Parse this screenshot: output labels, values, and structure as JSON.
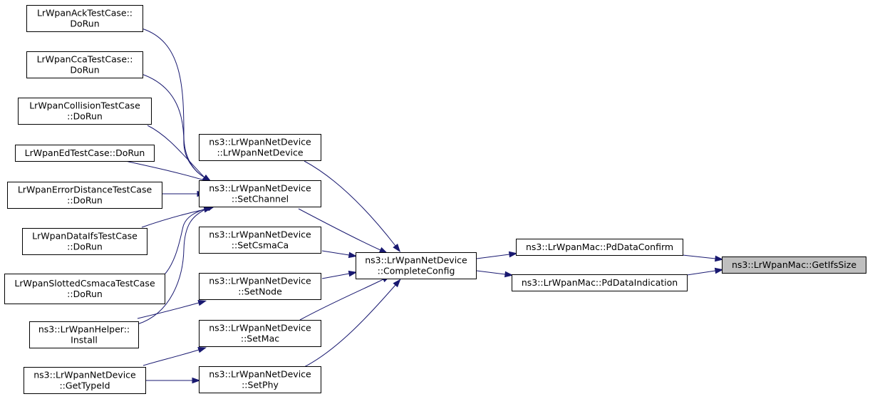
{
  "nodes": [
    {
      "id": "ack",
      "lines": [
        "LrWpanAckTestCase::",
        "DoRun"
      ]
    },
    {
      "id": "cca",
      "lines": [
        "LrWpanCcaTestCase::",
        "DoRun"
      ]
    },
    {
      "id": "collision",
      "lines": [
        "LrWpanCollisionTestCase",
        "::DoRun"
      ]
    },
    {
      "id": "ed",
      "lines": [
        "LrWpanEdTestCase::DoRun"
      ]
    },
    {
      "id": "errdist",
      "lines": [
        "LrWpanErrorDistanceTestCase",
        "::DoRun"
      ]
    },
    {
      "id": "dataifs",
      "lines": [
        "LrWpanDataIfsTestCase",
        "::DoRun"
      ]
    },
    {
      "id": "slotted",
      "lines": [
        "LrWpanSlottedCsmacaTestCase",
        "::DoRun"
      ]
    },
    {
      "id": "install",
      "lines": [
        "ns3::LrWpanHelper::",
        "Install"
      ]
    },
    {
      "id": "gettypeid",
      "lines": [
        "ns3::LrWpanNetDevice",
        "::GetTypeId"
      ]
    },
    {
      "id": "ctor",
      "lines": [
        "ns3::LrWpanNetDevice",
        "::LrWpanNetDevice"
      ]
    },
    {
      "id": "setchannel",
      "lines": [
        "ns3::LrWpanNetDevice",
        "::SetChannel"
      ]
    },
    {
      "id": "setcsmaca",
      "lines": [
        "ns3::LrWpanNetDevice",
        "::SetCsmaCa"
      ]
    },
    {
      "id": "setnode",
      "lines": [
        "ns3::LrWpanNetDevice",
        "::SetNode"
      ]
    },
    {
      "id": "setmac",
      "lines": [
        "ns3::LrWpanNetDevice",
        "::SetMac"
      ]
    },
    {
      "id": "setphy",
      "lines": [
        "ns3::LrWpanNetDevice",
        "::SetPhy"
      ]
    },
    {
      "id": "complete",
      "lines": [
        "ns3::LrWpanNetDevice",
        "::CompleteConfig"
      ]
    },
    {
      "id": "pdconfirm",
      "lines": [
        "ns3::LrWpanMac::PdDataConfirm"
      ]
    },
    {
      "id": "pdindic",
      "lines": [
        "ns3::LrWpanMac::PdDataIndication"
      ]
    },
    {
      "id": "getifs",
      "lines": [
        "ns3::LrWpanMac::GetIfsSize"
      ]
    }
  ],
  "edges": [
    {
      "from": "ack",
      "to": "setchannel"
    },
    {
      "from": "cca",
      "to": "setchannel"
    },
    {
      "from": "collision",
      "to": "setchannel"
    },
    {
      "from": "ed",
      "to": "setchannel"
    },
    {
      "from": "errdist",
      "to": "setchannel"
    },
    {
      "from": "dataifs",
      "to": "setchannel"
    },
    {
      "from": "slotted",
      "to": "setchannel"
    },
    {
      "from": "install",
      "to": "setchannel"
    },
    {
      "from": "install",
      "to": "setnode"
    },
    {
      "from": "gettypeid",
      "to": "setmac"
    },
    {
      "from": "gettypeid",
      "to": "setphy"
    },
    {
      "from": "ctor",
      "to": "complete"
    },
    {
      "from": "setchannel",
      "to": "complete"
    },
    {
      "from": "setcsmaca",
      "to": "complete"
    },
    {
      "from": "setnode",
      "to": "complete"
    },
    {
      "from": "setmac",
      "to": "complete"
    },
    {
      "from": "setphy",
      "to": "complete"
    },
    {
      "from": "complete",
      "to": "pdconfirm"
    },
    {
      "from": "complete",
      "to": "pdindic"
    },
    {
      "from": "pdconfirm",
      "to": "getifs"
    },
    {
      "from": "pdindic",
      "to": "getifs"
    }
  ],
  "colors": {
    "edge": "#191970",
    "root_fill": "#bfbfbf",
    "node_fill": "#ffffff",
    "border": "#000000"
  }
}
